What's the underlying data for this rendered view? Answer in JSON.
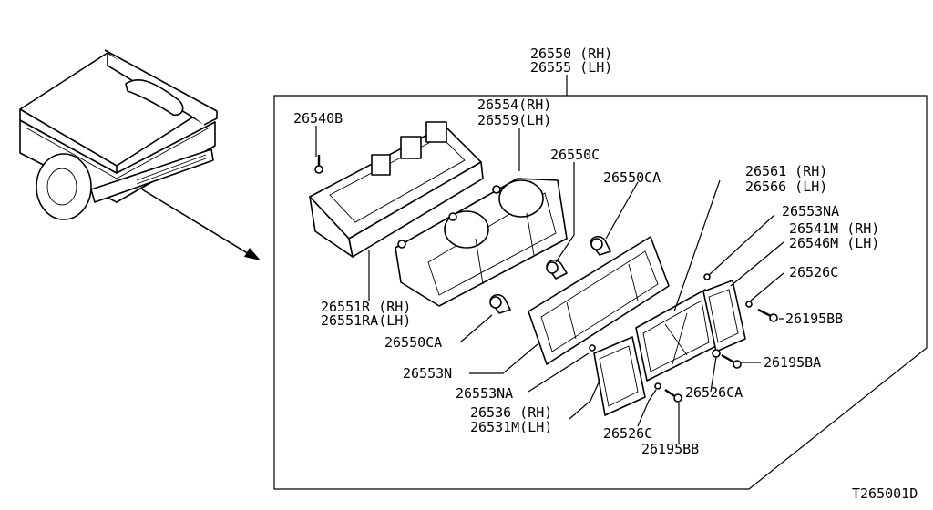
{
  "header": {
    "line1": "26550 (RH)",
    "line2": "26555 (LH)"
  },
  "parts": {
    "p26540B": "26540B",
    "p26554_rh": "26554(RH)",
    "p26559_lh": "26559(LH)",
    "p26550C": "26550C",
    "p26550CA_top": "26550CA",
    "p26561_rh": "26561 (RH)",
    "p26566_lh": "26566 (LH)",
    "p26553NA_top": "26553NA",
    "p26541M_rh": "26541M (RH)",
    "p26546M_lh": "26546M (LH)",
    "p26526C_top": "26526C",
    "p26195BB_right": "26195BB",
    "p26551R_rh": "26551R  (RH)",
    "p26551RA_lh": "26551RA(LH)",
    "p26550CA_bottom": "26550CA",
    "p26195BA": "26195BA",
    "p26553N": "26553N",
    "p26526CA": "26526CA",
    "p26553NA_bottom": "26553NA",
    "p26536_rh": "26536  (RH)",
    "p26531M_lh": "26531M(LH)",
    "p26526C_bottom": "26526C",
    "p26195BB_bottom": "26195BB"
  },
  "footer": {
    "code": "T265001D"
  }
}
